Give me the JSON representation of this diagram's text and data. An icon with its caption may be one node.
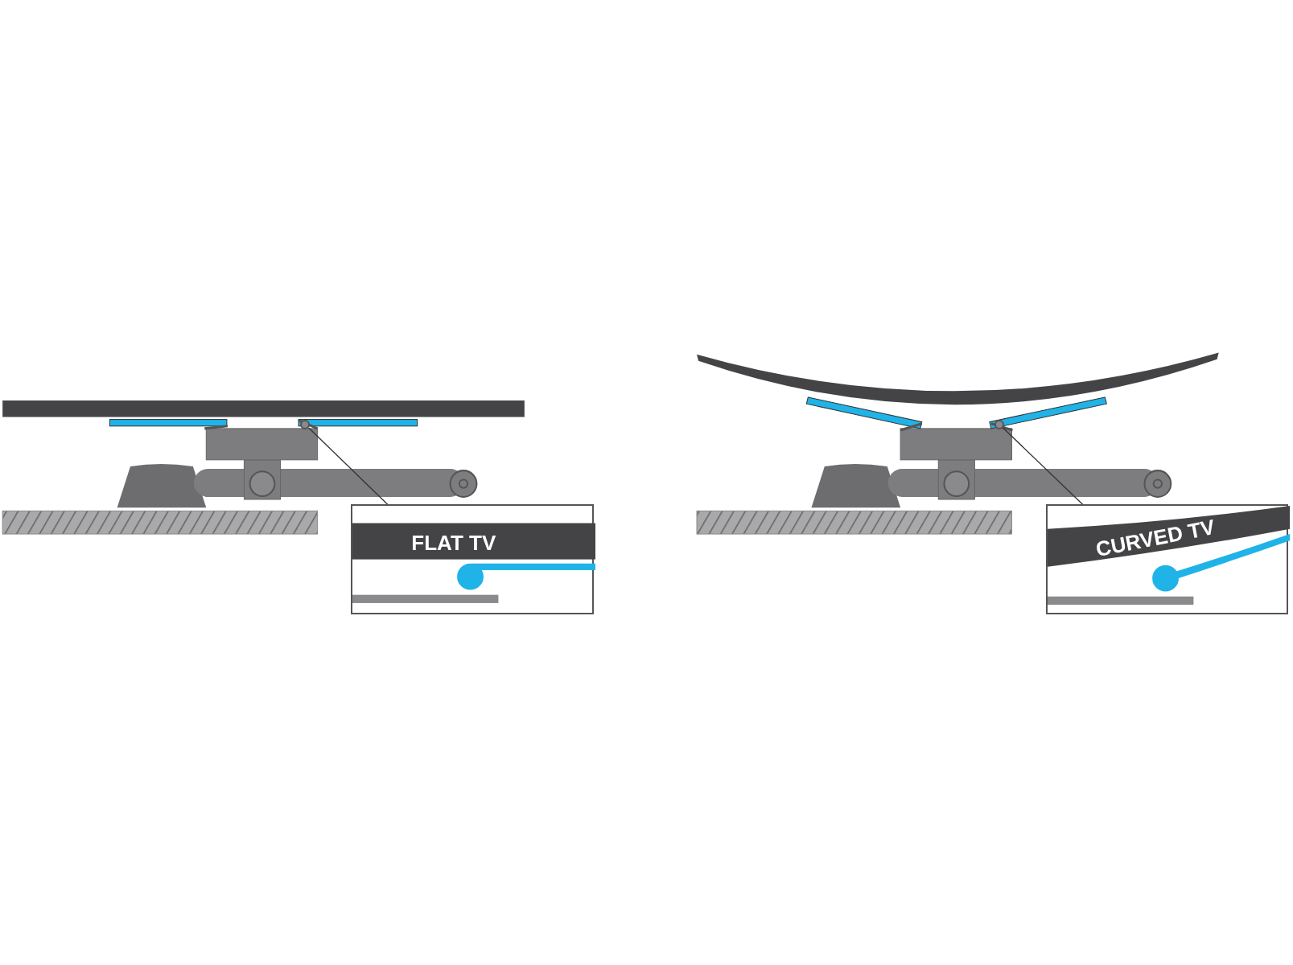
{
  "diagram": {
    "nodes": [
      {
        "text": [
          "FLAT TV"
        ]
      },
      {
        "text": [],
        "shape": "circle"
      },
      {
        "text": [
          "CURVED TV"
        ]
      },
      {
        "text": [],
        "shape": "circle"
      }
    ],
    "edges": [
      {
        "from": 0,
        "to": 1,
        "arrow": "none"
      },
      {
        "from": 2,
        "to": 3,
        "arrow": "none"
      }
    ]
  }
}
